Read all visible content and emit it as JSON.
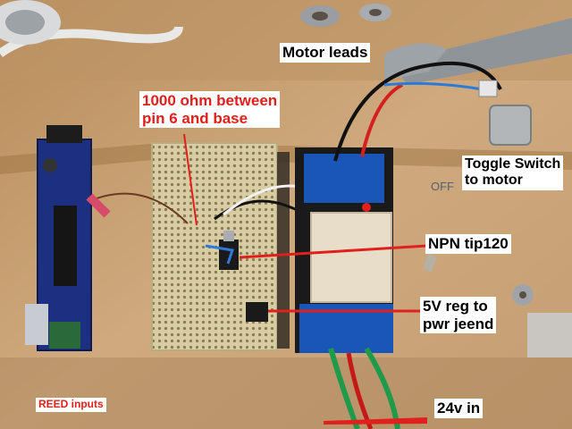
{
  "photo": {
    "annotations": {
      "resistor": {
        "line1": "1000 ohm between",
        "line2": "pin 6 and base",
        "color": "#e0201c"
      },
      "motor_leads": {
        "text": "Motor leads",
        "color": "#000000"
      },
      "toggle_switch": {
        "line1": "Toggle Switch",
        "line2": "to motor",
        "color": "#000000"
      },
      "npn": {
        "text": "NPN tip120",
        "color": "#000000"
      },
      "vreg": {
        "line1": "5V reg to",
        "line2": "pwr jeend",
        "color": "#000000"
      },
      "reed_inputs": {
        "text": "REED inputs",
        "color": "#e0201c"
      },
      "supply": {
        "text": "24v in",
        "color": "#000000"
      }
    },
    "pencil_text": "OFF",
    "colors": {
      "wood": "#c9a77c",
      "wood_dark": "#a47a4c",
      "stripboard": "#d8cca3",
      "pcb": "#1d2f80",
      "relay_base": "#1a55b8",
      "relay_cover": "#e8ddc8",
      "marker_red": "#e0201c"
    }
  }
}
